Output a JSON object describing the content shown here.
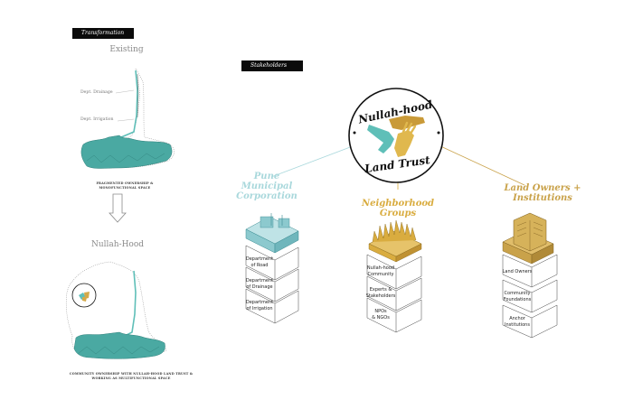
{
  "transformation": {
    "tag": "Transformation",
    "existing": {
      "title": "Existing",
      "label_drainage": "Dept. Drainage",
      "label_irrigation": "Dept. Irrigation",
      "caption_line1": "FRAGMENTED OWNERSHIP &",
      "caption_line2": "MONOFUNCTIONAL SPACE"
    },
    "arrow_icon": "down-arrow-icon",
    "nullah_hood": {
      "title": "Nullah-Hood",
      "caption_line1": "COMMUNITY OWNERSHIP WITH NULLAH-HOOD LAND TRUST &",
      "caption_line2": "WORKING AS MULTIFUNCTIONAL SPACE"
    }
  },
  "stakeholders": {
    "tag": "Stakeholders",
    "logo": {
      "line1": "Nullah-hood",
      "line2": "Land Trust",
      "colors": {
        "teal": "#5fbfb8",
        "gold": "#d4aa4a",
        "ink": "#111111"
      }
    },
    "groups": [
      {
        "title_line1": "Pune",
        "title_line2": "Municipal",
        "title_line3": "Corporation",
        "color": "#a9d8dc",
        "items": [
          {
            "line1": "Department",
            "line2": "of Road"
          },
          {
            "line1": "Department",
            "line2": "of Drainage"
          },
          {
            "line1": "Department",
            "line2": "of Irrigation"
          }
        ]
      },
      {
        "title_line1": "Neighborhood",
        "title_line2": "Groups",
        "title_line3": "",
        "color": "#d9ac3f",
        "items": [
          {
            "line1": "Nullah-hood",
            "line2": "Community"
          },
          {
            "line1": "Experts &",
            "line2": "Stakeholders"
          },
          {
            "line1": "NPOs",
            "line2": "& NGOs"
          }
        ]
      },
      {
        "title_line1": "Land Owners +",
        "title_line2": "Institutions",
        "title_line3": "",
        "color": "#c9a24a",
        "items": [
          {
            "line1": "Land Owners",
            "line2": ""
          },
          {
            "line1": "Community",
            "line2": "Foundations"
          },
          {
            "line1": "Anchor",
            "line2": "Institutions"
          }
        ]
      }
    ]
  }
}
